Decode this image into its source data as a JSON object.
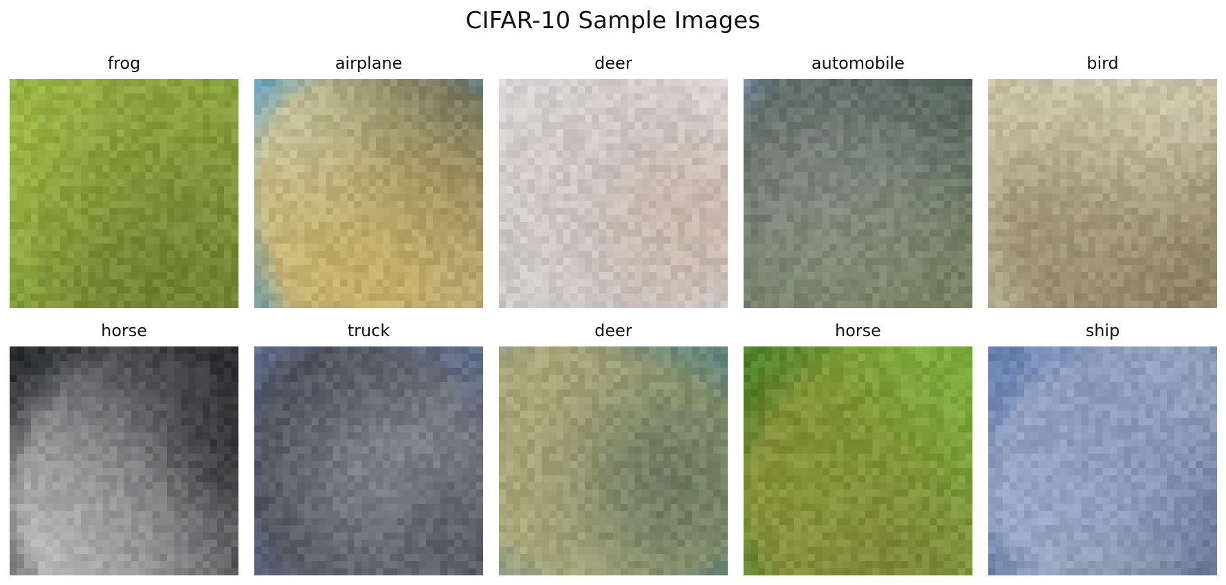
{
  "figure": {
    "title": "CIFAR-10 Sample Images"
  },
  "images": [
    {
      "label": "frog",
      "bg": "#7fa33a",
      "palette": [
        "#5f8f2a",
        "#a9c94a",
        "#c8d36b",
        "#3c5b1e",
        "#7b6a3a"
      ]
    },
    {
      "label": "airplane",
      "bg": "#2b8ccc",
      "palette": [
        "#f0c23b",
        "#f1f3f7",
        "#2a2f36",
        "#1f6fb2",
        "#d49a2a"
      ]
    },
    {
      "label": "deer",
      "bg": "#d9d6d7",
      "palette": [
        "#cfcaca",
        "#e6e3e3",
        "#b89a7d",
        "#9d8068",
        "#c4bfbf"
      ]
    },
    {
      "label": "automobile",
      "bg": "#8fb1d6",
      "palette": [
        "#f3f5f6",
        "#6d7c3c",
        "#3f5330",
        "#9aa35e",
        "#2e3338"
      ]
    },
    {
      "label": "bird",
      "bg": "#c8c1a2",
      "palette": [
        "#e6e0c8",
        "#8a7b55",
        "#b9af8a",
        "#6b5f45",
        "#d7d0b5"
      ]
    },
    {
      "label": "horse",
      "bg": "#111214",
      "palette": [
        "#f2f2f2",
        "#c8c8c8",
        "#6f6f6f",
        "#2a2a2d",
        "#0c0c0e"
      ]
    },
    {
      "label": "truck",
      "bg": "#6d80a8",
      "palette": [
        "#f5f6f7",
        "#2a2a30",
        "#9ea7b6",
        "#4c4d54",
        "#cfd6e3"
      ]
    },
    {
      "label": "deer",
      "bg": "#3c7380",
      "palette": [
        "#b9a36d",
        "#6a7f3a",
        "#2b3b3e",
        "#d0c08a",
        "#7c8b5b"
      ]
    },
    {
      "label": "horse",
      "bg": "#3e7a26",
      "palette": [
        "#8a4a22",
        "#6a361a",
        "#2f5a1a",
        "#9ed34a",
        "#b6e06e"
      ]
    },
    {
      "label": "ship",
      "bg": "#4f6ea3",
      "palette": [
        "#e2e6ef",
        "#b8c2d8",
        "#2e3a55",
        "#7f93bf",
        "#c7ced9"
      ]
    }
  ]
}
